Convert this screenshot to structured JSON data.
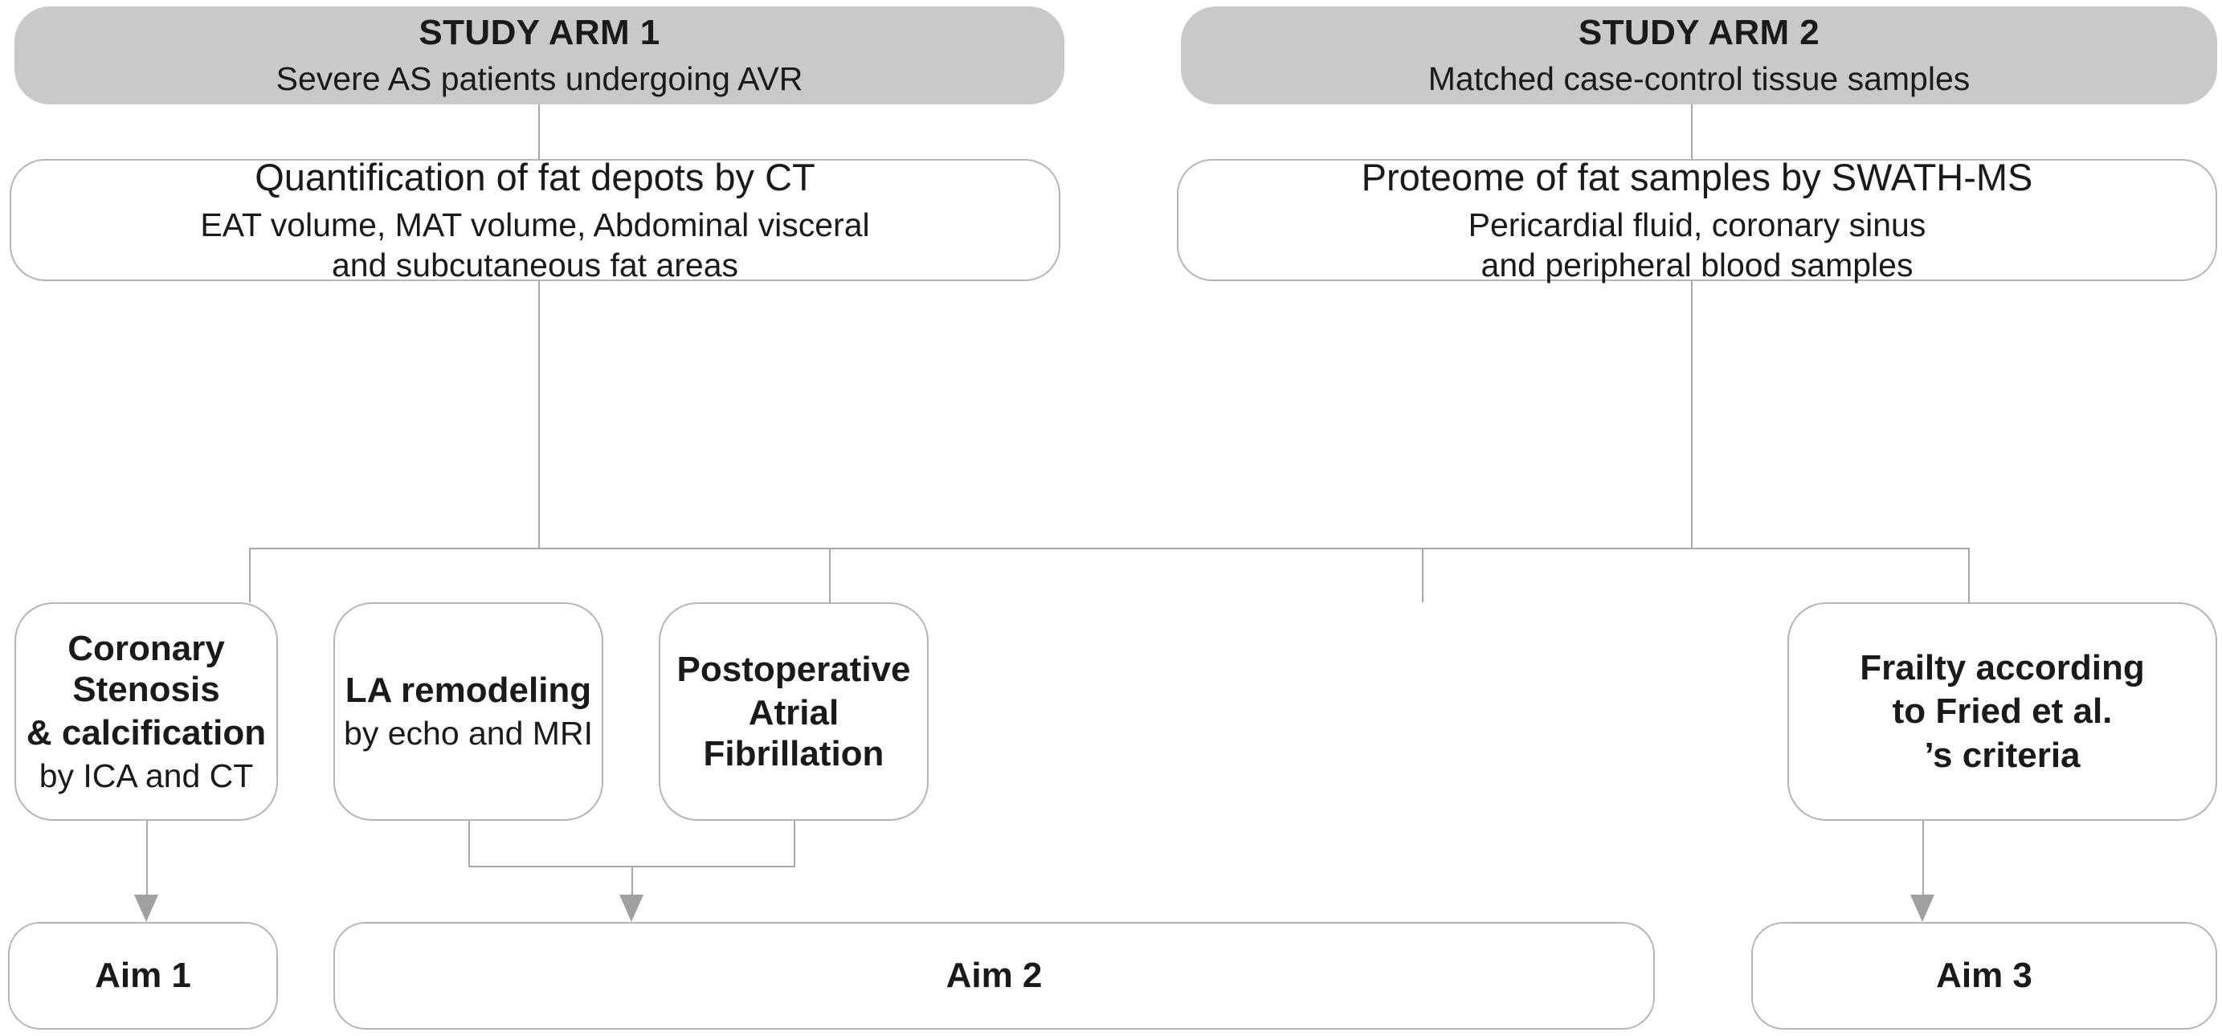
{
  "diagram": {
    "title": "Study design flowchart",
    "colors": {
      "header_fill": "#c9c9c9",
      "box_border": "#b5b5b5",
      "connector": "#a8a8a8",
      "arrowhead": "#a0a0a0",
      "text": "#1a1a1a"
    }
  },
  "study_arms": [
    {
      "id": "arm1",
      "title": "STUDY ARM 1",
      "subtitle": "Severe AS patients undergoing AVR"
    },
    {
      "id": "arm2",
      "title": "STUDY ARM 2",
      "subtitle": "Matched case-control tissue samples"
    }
  ],
  "methods": [
    {
      "id": "method1",
      "title": "Quantification of fat depots by CT",
      "detail_line_1": "EAT volume, MAT volume, Abdominal visceral",
      "detail_line_2": "and subcutaneous fat areas"
    },
    {
      "id": "method2",
      "title": "Proteome of fat samples by SWATH-MS",
      "detail_line_1": "Pericardial fluid, coronary sinus",
      "detail_line_2": "and peripheral blood samples"
    }
  ],
  "outcomes": [
    {
      "id": "outcome_coronary",
      "bold_line_1": "Coronary Stenosis",
      "bold_line_2": "& calcification",
      "regular_line": "by ICA and CT"
    },
    {
      "id": "outcome_la",
      "bold_line_1": "LA  remodeling",
      "bold_line_2": "",
      "regular_line": "by echo and MRI"
    },
    {
      "id": "outcome_poaf",
      "bold_line_1": "Postoperative",
      "bold_line_2": "Atrial Fibrillation",
      "regular_line": ""
    },
    {
      "id": "outcome_frailty",
      "bold_line_1": "Frailty according",
      "bold_line_2": "to Fried et al.",
      "bold_line_3": "’s criteria"
    }
  ],
  "aims": [
    {
      "id": "aim1",
      "label": "Aim 1"
    },
    {
      "id": "aim2",
      "label": "Aim 2"
    },
    {
      "id": "aim3",
      "label": "Aim 3"
    }
  ]
}
